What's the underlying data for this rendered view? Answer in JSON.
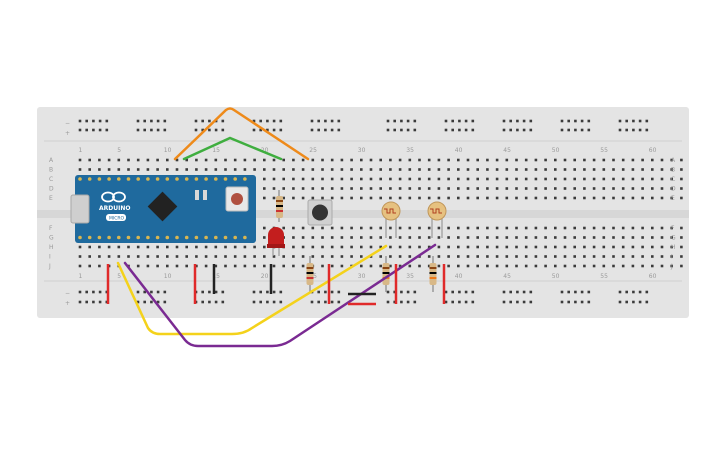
{
  "breadboard": {
    "row_letters_top": [
      "A",
      "B",
      "C",
      "D",
      "E"
    ],
    "row_letters_bottom": [
      "F",
      "G",
      "H",
      "I",
      "J"
    ],
    "column_numbers": [
      "1",
      "5",
      "10",
      "15",
      "20",
      "25",
      "30",
      "35",
      "40",
      "45",
      "50",
      "55",
      "60"
    ],
    "rail_symbols": [
      "−",
      "+"
    ]
  },
  "arduino": {
    "brand": "ARDUINO",
    "model": "MICRO"
  },
  "colors": {
    "board": "#e4e4e4",
    "hole": "#3b3b3b",
    "rail_red": "#d42a2a",
    "wire_orange": "#ee8a1a",
    "wire_green": "#3fae3f",
    "wire_yellow": "#f4d21b",
    "wire_purple": "#7a2a92",
    "wire_red": "#e02a2a",
    "wire_black": "#222222",
    "arduino_board": "#1f6a9e",
    "led_red": "#c31e1e"
  },
  "components": {
    "ldr_count": 2,
    "resistor_count": 4,
    "led_count": 1,
    "button_count": 1
  }
}
